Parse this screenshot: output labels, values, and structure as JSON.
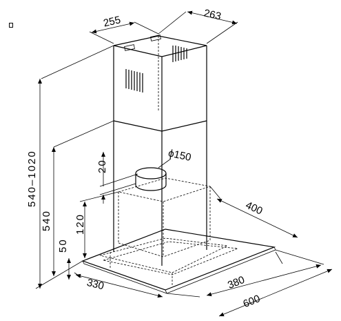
{
  "dimensions": {
    "chimney_width": "255",
    "chimney_depth": "263",
    "total_height_range": "540–1020",
    "lower_height": "540",
    "duct_diameter": "ϕ150",
    "vertical_offset": "20",
    "canopy_height": "120",
    "base_height": "50",
    "canopy_depth": "400",
    "front_depth": "330",
    "base_depth": "380",
    "overall_width": "600"
  },
  "colors": {
    "line": "#000000",
    "background": "#ffffff"
  }
}
